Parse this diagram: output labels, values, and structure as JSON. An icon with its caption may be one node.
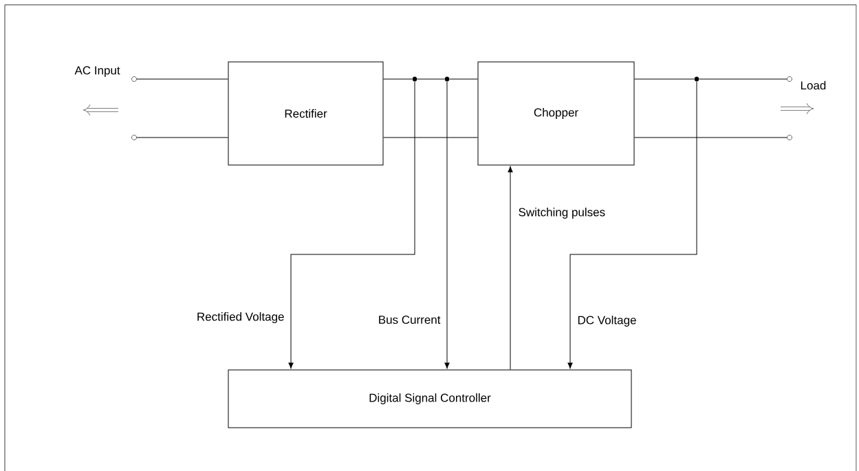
{
  "diagram": {
    "nodes": [
      {
        "text": [
          "Rectifier"
        ]
      },
      {
        "text": [
          "Chopper"
        ]
      },
      {
        "text": [
          "Digital Signal Controller"
        ]
      },
      {
        "text": [],
        "shape": "circle"
      },
      {
        "text": [],
        "shape": "circle"
      },
      {
        "text": [],
        "shape": "circle"
      },
      {
        "text": [],
        "shape": "circle"
      },
      {
        "text": [],
        "shape": "dot"
      },
      {
        "text": [],
        "shape": "dot"
      },
      {
        "text": [],
        "shape": "dot"
      }
    ],
    "edges": [
      {
        "from": 3,
        "to": 0,
        "arrow": "none"
      },
      {
        "from": 4,
        "to": 0,
        "arrow": "none"
      },
      {
        "from": 0,
        "to": 7,
        "arrow": "none"
      },
      {
        "from": 7,
        "to": 8,
        "arrow": "none"
      },
      {
        "from": 8,
        "to": 1,
        "arrow": "none"
      },
      {
        "from": 0,
        "to": 1,
        "arrow": "none"
      },
      {
        "from": 1,
        "to": 9,
        "arrow": "none"
      },
      {
        "from": 9,
        "to": 5,
        "arrow": "none"
      },
      {
        "from": 1,
        "to": 6,
        "arrow": "none"
      },
      {
        "from": 7,
        "to": 2,
        "arrow": "to",
        "label": "Rectified Voltage"
      },
      {
        "from": 8,
        "to": 2,
        "arrow": "to",
        "label": "Bus Current"
      },
      {
        "from": 2,
        "to": 1,
        "arrow": "to",
        "label": "Switching pulses"
      },
      {
        "from": 9,
        "to": 2,
        "arrow": "to",
        "label": "DC Voltage"
      }
    ],
    "labels": [
      "AC Input",
      "Load"
    ]
  }
}
